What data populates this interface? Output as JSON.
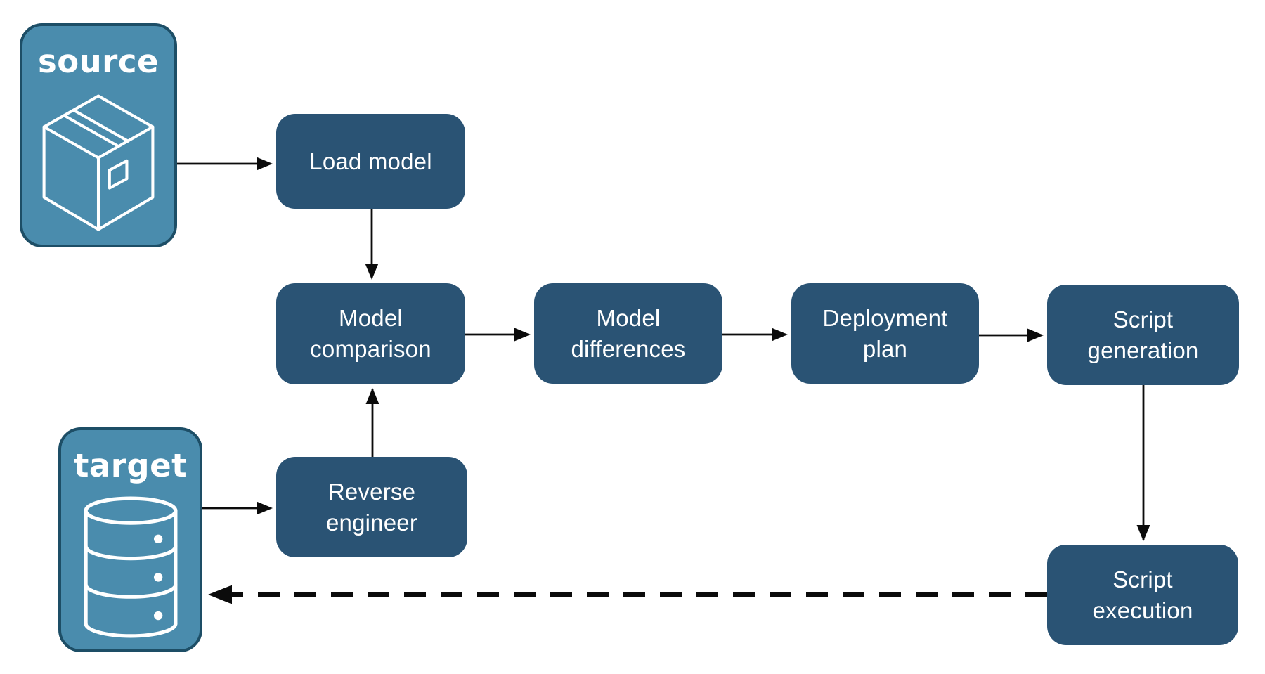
{
  "palette": {
    "canvas_bg": "#FFFFFF",
    "process_fill": "#2A5374",
    "endpoint_fill": "#4A8CAD",
    "endpoint_border": "#1D4E66",
    "label_color": "#FFFFFF",
    "arrow_color": "#0B0B0B"
  },
  "endpoints": {
    "source": {
      "label": "source",
      "icon": "package-icon"
    },
    "target": {
      "label": "target",
      "icon": "database-icon"
    }
  },
  "processes": {
    "load_model": {
      "label": "Load model"
    },
    "model_comparison": {
      "label": "Model comparison"
    },
    "model_differences": {
      "label": "Model differences"
    },
    "deployment_plan": {
      "label": "Deployment plan"
    },
    "script_generation": {
      "label": "Script generation"
    },
    "reverse_engineer": {
      "label": "Reverse engineer"
    },
    "script_execution": {
      "label": "Script execution"
    }
  },
  "connectors": [
    {
      "from": "source",
      "to": "load_model",
      "style": "solid"
    },
    {
      "from": "load_model",
      "to": "model_comparison",
      "style": "solid"
    },
    {
      "from": "model_comparison",
      "to": "model_differences",
      "style": "solid"
    },
    {
      "from": "model_differences",
      "to": "deployment_plan",
      "style": "solid"
    },
    {
      "from": "deployment_plan",
      "to": "script_generation",
      "style": "solid"
    },
    {
      "from": "script_generation",
      "to": "script_execution",
      "style": "solid"
    },
    {
      "from": "target",
      "to": "reverse_engineer",
      "style": "solid"
    },
    {
      "from": "reverse_engineer",
      "to": "model_comparison",
      "style": "solid"
    },
    {
      "from": "script_execution",
      "to": "target",
      "style": "dashed"
    }
  ]
}
